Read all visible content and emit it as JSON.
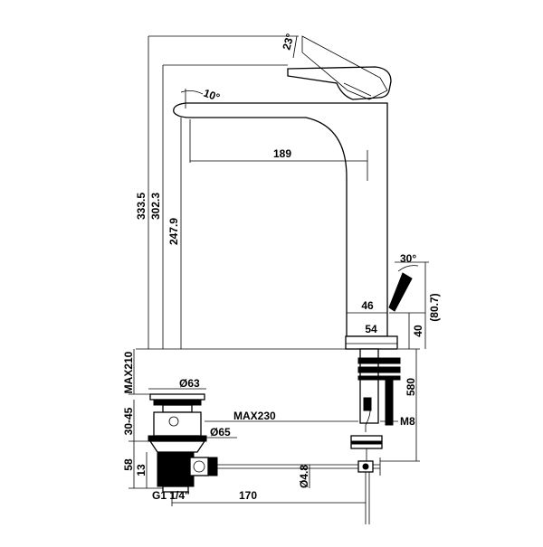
{
  "dimensions": {
    "angle_lever_top": "23°",
    "angle_spout": "10°",
    "angle_popup_lever": "30°",
    "height_total": "333.5",
    "height_spout_top": "302.3",
    "height_spout_outlet": "247.9",
    "spout_reach": "189",
    "base_width_inner": "46",
    "base_width_outer": "54",
    "base_height": "40",
    "lever_height": "(80.7)",
    "hose_length": "580",
    "thread_m8": "M8",
    "max_210": "MAX210",
    "diameter_63": "Ø63",
    "range_30_45": "30-45",
    "diameter_65": "Ø65",
    "max_230": "MAX230",
    "dim_58": "58",
    "dim_13": "13",
    "diameter_rod": "Ø4.8",
    "thread_g": "G1 1/4\"",
    "length_170": "170"
  }
}
